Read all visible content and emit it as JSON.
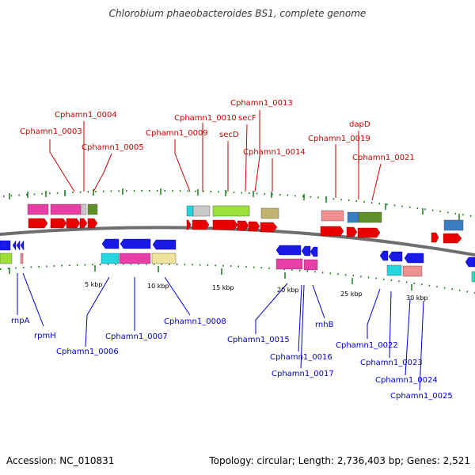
{
  "title": "Chlorobium phaeobacteroides BS1, complete genome",
  "accession": "Accession: NC_010831",
  "topology": "Topology: circular; Length: 2,736,403 bp; Genes: 2,521",
  "colors": {
    "forward_label": "#cc0000",
    "reverse_label": "#0000cc",
    "backbone": "#777777",
    "tick": "#1a7a1a"
  },
  "forward_labels": [
    {
      "text": "Cphamn1_0003"
    },
    {
      "text": "Cphamn1_0004"
    },
    {
      "text": "Cphamn1_0005"
    },
    {
      "text": "Cphamn1_0009"
    },
    {
      "text": "Cphamn1_0010"
    },
    {
      "text": "secD"
    },
    {
      "text": "Cphamn1_0013"
    },
    {
      "text": "secF"
    },
    {
      "text": "Cphamn1_0014"
    },
    {
      "text": "Cphamn1_0019"
    },
    {
      "text": "dapD"
    },
    {
      "text": "Cphamn1_0021"
    }
  ],
  "reverse_labels": [
    {
      "text": "rnpA"
    },
    {
      "text": "rpmH"
    },
    {
      "text": "Cphamn1_0006"
    },
    {
      "text": "Cphamn1_0007"
    },
    {
      "text": "Cphamn1_0008"
    },
    {
      "text": "Cphamn1_0015"
    },
    {
      "text": "Cphamn1_0016"
    },
    {
      "text": "Cphamn1_0017"
    },
    {
      "text": "rnhB"
    },
    {
      "text": "Cphamn1_0022"
    },
    {
      "text": "Cphamn1_0023"
    },
    {
      "text": "Cphamn1_0024"
    },
    {
      "text": "Cphamn1_0025"
    }
  ],
  "scale_labels": [
    "5 kbp",
    "10 kbp",
    "15 kbp",
    "20 kbp",
    "25 kbp",
    "30 kbp"
  ]
}
